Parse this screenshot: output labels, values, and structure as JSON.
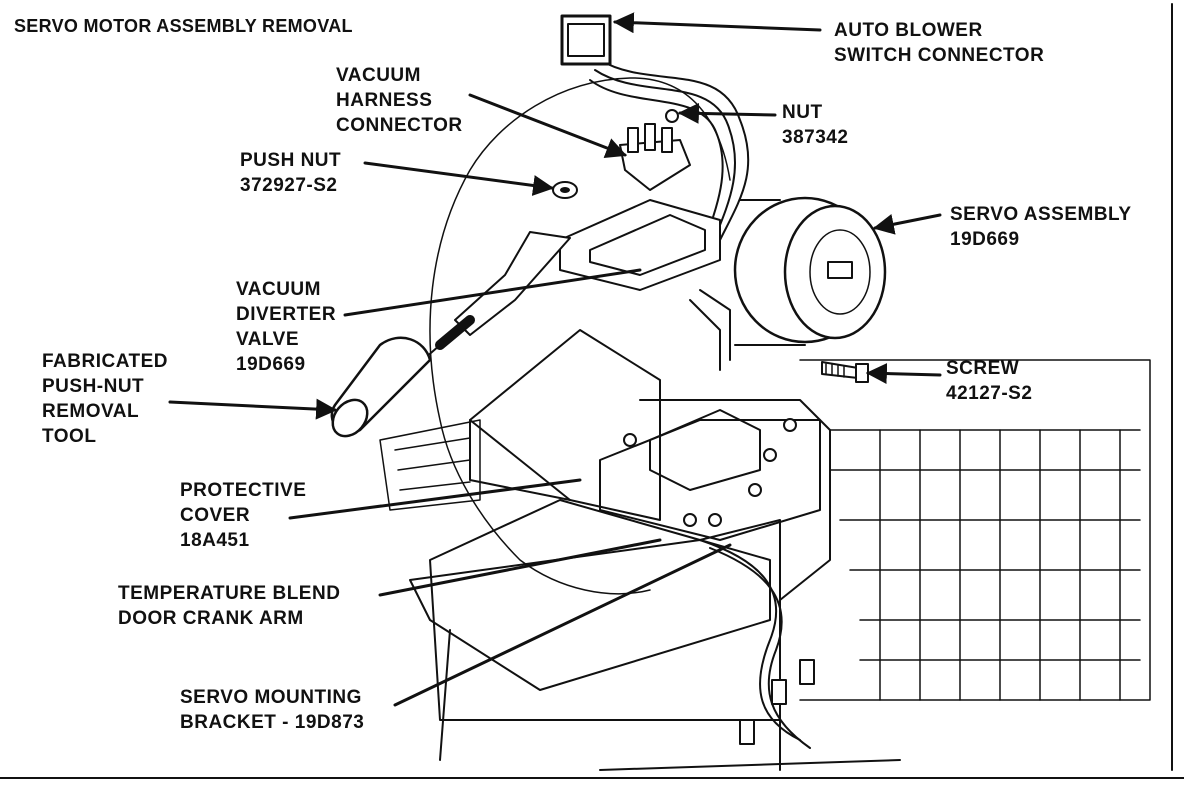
{
  "title": "SERVO MOTOR ASSEMBLY REMOVAL",
  "callouts": {
    "auto_blower": [
      "AUTO BLOWER",
      "SWITCH CONNECTOR"
    ],
    "vacuum_harness": [
      "VACUUM",
      "HARNESS",
      "CONNECTOR"
    ],
    "nut": [
      "NUT",
      "387342"
    ],
    "push_nut": [
      "PUSH NUT",
      "372927-S2"
    ],
    "servo_assembly": [
      "SERVO ASSEMBLY",
      "19D669"
    ],
    "vacuum_diverter": [
      "VACUUM",
      "DIVERTER",
      "VALVE",
      "19D669"
    ],
    "fabricated_tool": [
      "FABRICATED",
      "PUSH-NUT",
      "REMOVAL",
      "TOOL"
    ],
    "screw": [
      "SCREW",
      "42127-S2"
    ],
    "protective_cover": [
      "PROTECTIVE",
      "COVER",
      "18A451"
    ],
    "temp_blend": [
      "TEMPERATURE BLEND",
      "DOOR CRANK ARM"
    ],
    "servo_bracket": [
      "SERVO MOUNTING",
      "BRACKET - 19D873"
    ]
  },
  "colors": {
    "ink": "#111111",
    "paper": "#ffffff"
  }
}
